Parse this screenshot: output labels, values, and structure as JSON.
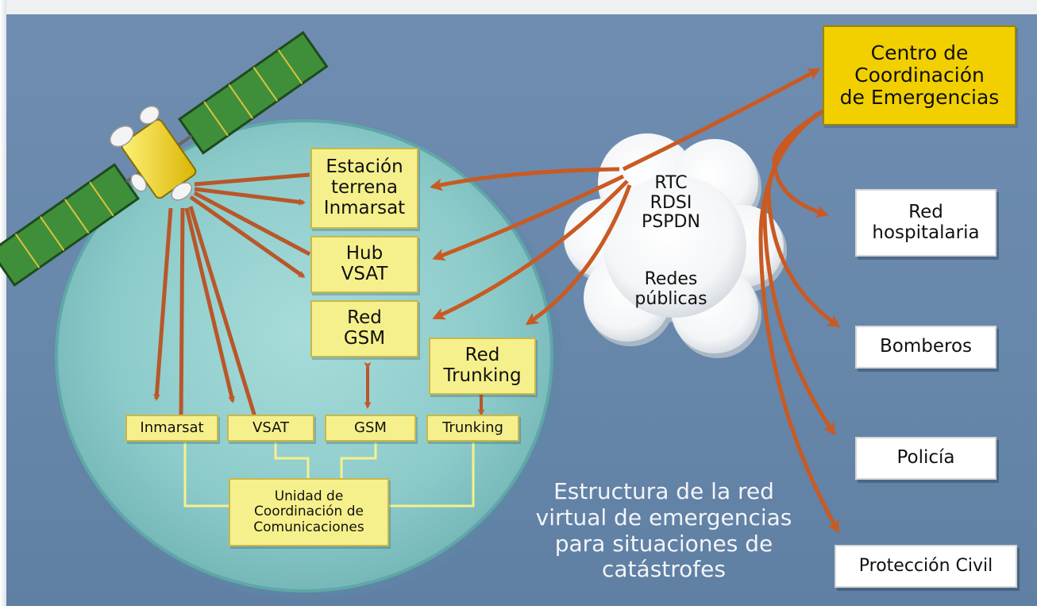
{
  "stations": {
    "inmarsat_station": "Estación\nterrena\nInmarsat",
    "hub_vsat": "Hub\nVSAT",
    "red_gsm": "Red\nGSM",
    "red_trunking": "Red\nTrunking"
  },
  "terminals": [
    "Inmarsat",
    "VSAT",
    "GSM",
    "Trunking"
  ],
  "coordination_unit": "Unidad de\nCoordinación de\nComunicaciones",
  "cloud": {
    "networks": "RTC\nRDSI\nPSPDN",
    "label": "Redes\npúblicas"
  },
  "emergency_center": "Centro de\nCoordinación\nde Emergencias",
  "services": [
    "Red\nhospitalaria",
    "Bomberos",
    "Policía",
    "Protección Civil"
  ],
  "caption": "Estructura de la red\nvirtual de emergencias\npara situaciones de\ncatástrofes",
  "colors": {
    "background": "#6787ab",
    "coverage_area": "#8fcfcf",
    "box_yellow": "#f6f08c",
    "center_yellow": "#f2d000",
    "arrow": "#b8572a",
    "solar_panel": "#3f8f3a"
  }
}
